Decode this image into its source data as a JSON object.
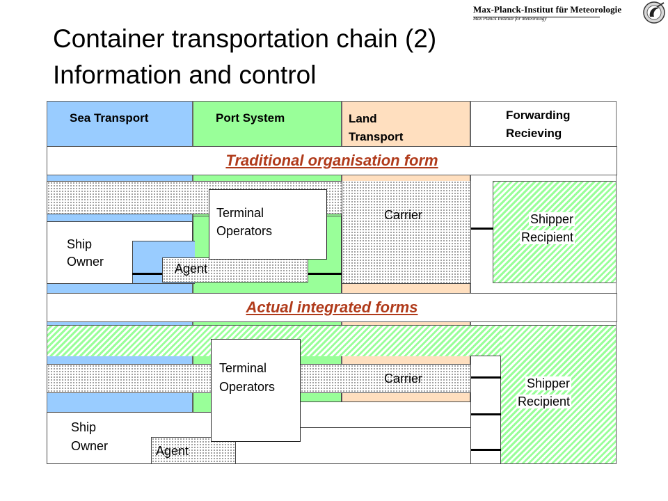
{
  "header": {
    "title_line1": "Container transportation chain (2)",
    "title_line2": "Information and control",
    "logo_text": "Max-Planck-Institut für Meteorologie",
    "logo_subtext": "Max Planck Institute for Meteorology"
  },
  "columns": {
    "sea": "Sea Transport",
    "port": "Port System",
    "land_line1": "Land",
    "land_line2": "Transport",
    "fwd_line1": "Forwarding",
    "fwd_line2": "Recieving"
  },
  "traditional": {
    "banner": "Traditional organisation form",
    "terminal_line1": "Terminal",
    "terminal_line2": "Operators",
    "carrier": "Carrier",
    "shipper_line1": "Shipper",
    "shipper_line2": "Recipient",
    "ship_line1": "Ship",
    "ship_line2": "Owner",
    "agent": "Agent"
  },
  "integrated": {
    "banner": "Actual integrated forms",
    "terminal_line1": "Terminal",
    "terminal_line2": "Operators",
    "carrier": "Carrier",
    "shipper_line1": "Shipper",
    "shipper_line2": "Recipient",
    "ship_line1": "Ship",
    "ship_line2": "Owner",
    "agent": "Agent"
  },
  "colors": {
    "sea": "#99ccff",
    "port": "#99ff99",
    "land": "#ffdfbf",
    "banner_text": "#b03a1a"
  }
}
